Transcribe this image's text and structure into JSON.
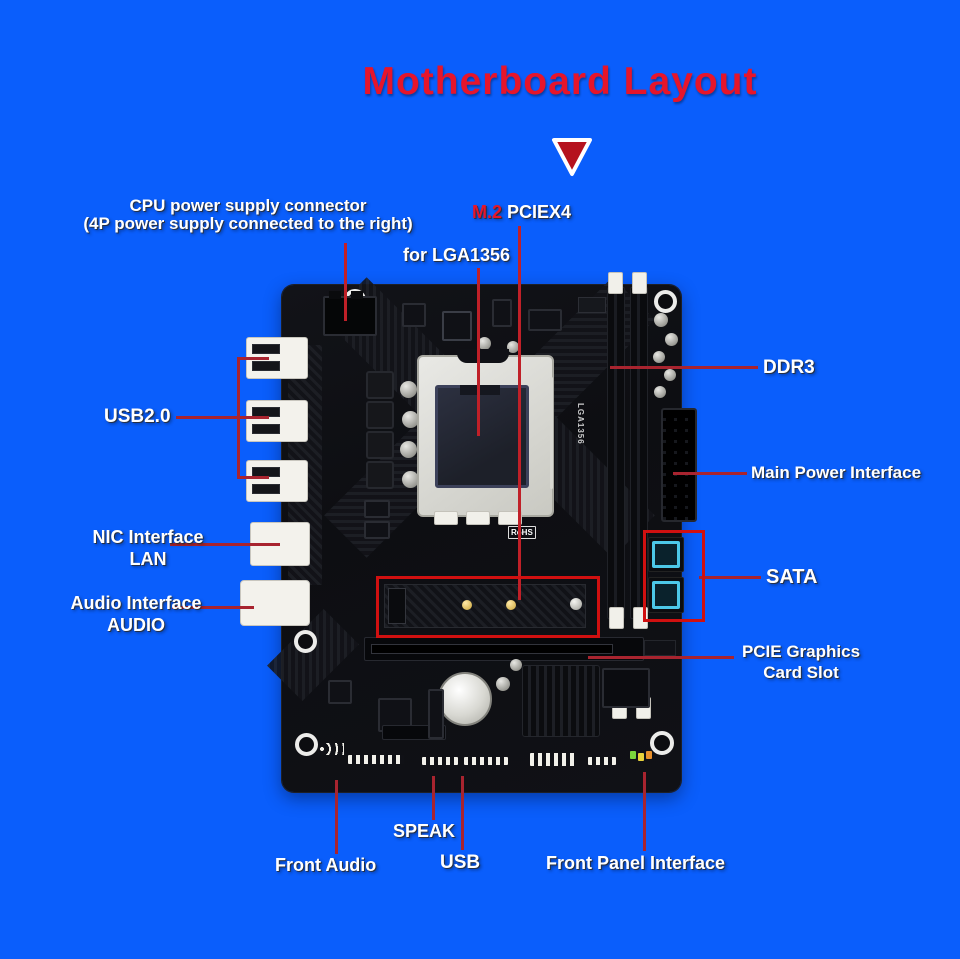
{
  "title": "Motherboard Layout",
  "labels": {
    "cpu_power_1": "CPU power supply connector",
    "cpu_power_2": "(4P power supply connected to the right)",
    "m2_red": "M.2",
    "m2_rest": "PCIEX4",
    "for_lga": "for LGA1356",
    "usb20": "USB2.0",
    "nic_1": "NIC Interface",
    "nic_2": "LAN",
    "audio_1": "Audio Interface",
    "audio_2": "AUDIO",
    "ddr3": "DDR3",
    "main_power": "Main Power Interface",
    "sata": "SATA",
    "pcie_1": "PCIE Graphics",
    "pcie_2": "Card Slot",
    "front_audio": "Front Audio",
    "speak": "SPEAK",
    "usb": "USB",
    "front_panel": "Front Panel Interface"
  },
  "board_text": {
    "socket_print": "LGA1356",
    "rohs": "RoHS"
  },
  "colors": {
    "background_blue": "#0a5efc",
    "title_red": "#e6152b",
    "annotation_line_red": "#a8242f",
    "highlight_box_red": "#d01010",
    "label_text": "#ffffff",
    "pcb_black": "#0e0f13",
    "sata_port_blue": "#4cc8e8"
  }
}
